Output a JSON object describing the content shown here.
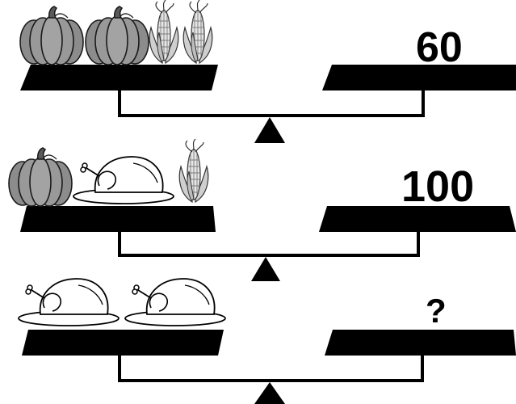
{
  "puzzle": {
    "rows": [
      {
        "left_items": [
          "pumpkin",
          "pumpkin",
          "corn",
          "corn"
        ],
        "right_value": "60"
      },
      {
        "left_items": [
          "pumpkin",
          "turkey",
          "corn"
        ],
        "right_value": "100"
      },
      {
        "left_items": [
          "turkey",
          "turkey"
        ],
        "right_value": "?"
      }
    ]
  },
  "colors": {
    "pan": "#000000",
    "pumpkin": "#8c8c8c",
    "corn": "#d9d9d9",
    "turkey": "#ffffff",
    "background": "#ffffff"
  }
}
